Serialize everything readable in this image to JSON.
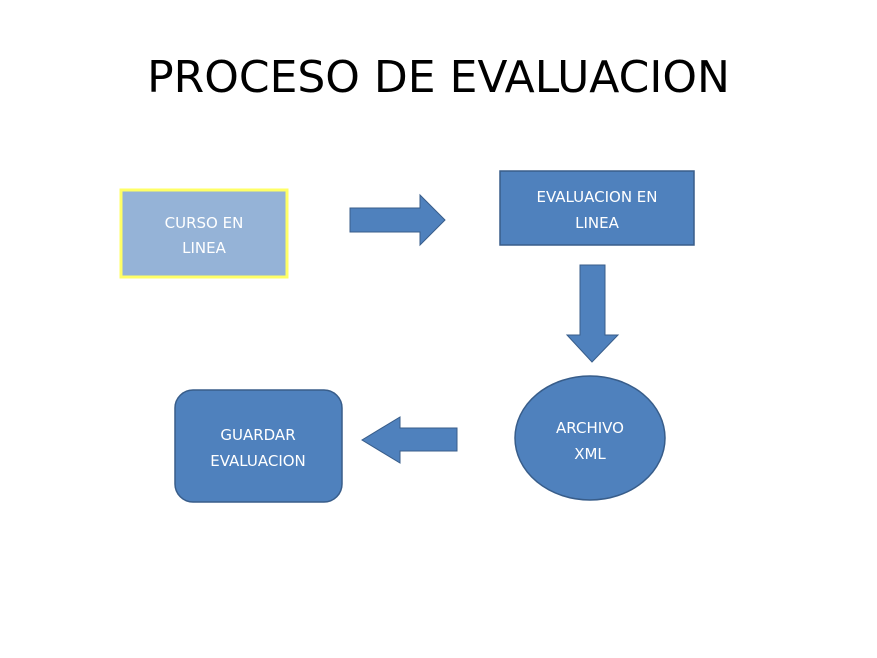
{
  "title": "PROCESO DE EVALUACION",
  "nodes": {
    "curso": {
      "line1": "CURSO EN",
      "line2": "LINEA"
    },
    "evaluacion": {
      "line1": "EVALUACION EN",
      "line2": "LINEA"
    },
    "archivo": {
      "line1": "ARCHIVO",
      "line2": "XML"
    },
    "guardar": {
      "line1": "GUARDAR",
      "line2": "EVALUACION"
    }
  },
  "colors": {
    "primary": "#4f81bd",
    "light": "#95b3d7",
    "border": "#385d8a",
    "highlight": "#ffff66"
  }
}
